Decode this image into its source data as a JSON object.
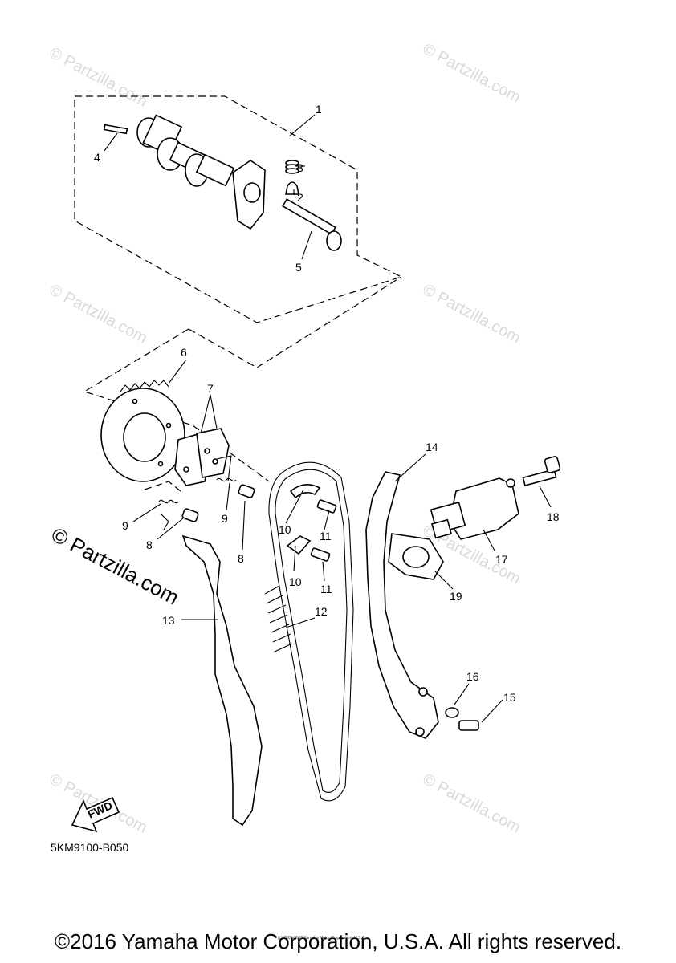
{
  "watermarks": {
    "small": "© Partzilla.com",
    "large": "© Partzilla.com"
  },
  "callouts": [
    "1",
    "2",
    "3",
    "4",
    "5",
    "6",
    "7",
    "8",
    "8",
    "9",
    "9",
    "10",
    "10",
    "11",
    "11",
    "12",
    "13",
    "14",
    "15",
    "16",
    "17",
    "18",
    "19"
  ],
  "diagram_code": "5KM9100-B050",
  "fwd_label": "FWD",
  "tiny_credit": "(c) 2005-2016 Yamaha Motor Corporation, U.S.A.",
  "footer": "©2016 Yamaha Motor Corporation, U.S.A. All rights reserved.",
  "colors": {
    "ink": "#000000",
    "watermark": "#d9d9d9",
    "background": "#ffffff"
  }
}
